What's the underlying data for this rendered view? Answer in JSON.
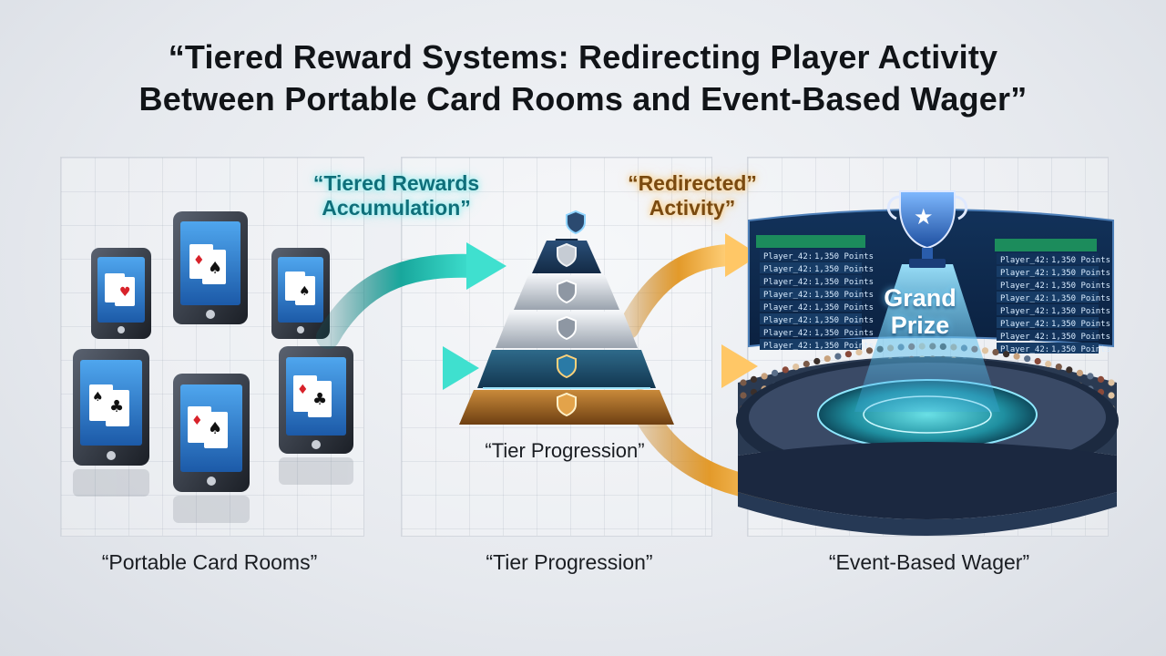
{
  "title_line1": "“Tiered Reward Systems: Redirecting Player Activity",
  "title_line2": "Between Portable Card Rooms and Event-Based Wager”",
  "labels": {
    "tiered_rewards": "“Tiered Rewards Accumulation”",
    "redirected": "“Redirected” Activity”",
    "tier_progression_mid": "“Tier Progression”",
    "grand_prize": "Grand Prize",
    "portable": "“Portable Card Rooms”",
    "tier_progression": "“Tier Progression”",
    "event_wager": "“Event-Based Wager”"
  },
  "leaderboard": {
    "row_player": "Player_42:",
    "row_points": "1,350 Points",
    "rows_per_board": 8
  },
  "colors": {
    "teal_arrow": "#1fb3a8",
    "gold_arrow": "#e8a93a",
    "navy": "#1d2f4a",
    "screen_blue": "#2f86d6"
  },
  "icons": [
    "phone-icon",
    "playing-card-icon",
    "shield-icon",
    "trophy-icon",
    "star-icon",
    "arrow-icon"
  ]
}
